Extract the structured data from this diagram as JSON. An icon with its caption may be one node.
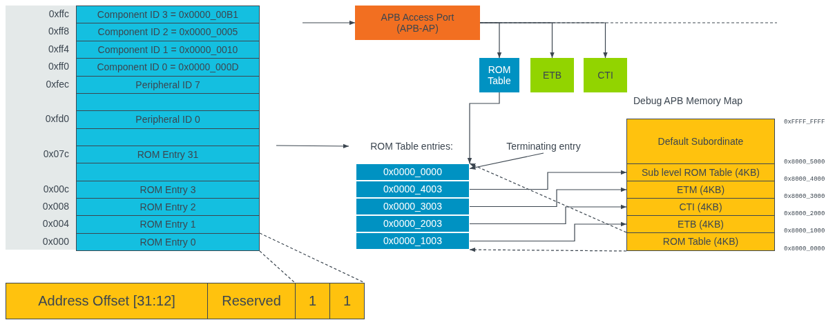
{
  "diagram": {
    "nodes": [
      {
        "text": [
          "Component ID 3 = 0x0000_00B1"
        ]
      },
      {
        "text": [
          "Component ID 2 = 0x0000_0005"
        ]
      },
      {
        "text": [
          "Component ID 1 = 0x0000_0010"
        ]
      },
      {
        "text": [
          "Component ID 0 = 0x0000_000D"
        ]
      },
      {
        "text": [
          "Peripheral ID 7"
        ]
      },
      {
        "text": [],
        "shape": "box"
      },
      {
        "text": [
          "Peripheral ID 0"
        ]
      },
      {
        "text": [],
        "shape": "box"
      },
      {
        "text": [
          "ROM Entry 31"
        ]
      },
      {
        "text": [],
        "shape": "box"
      },
      {
        "text": [
          "ROM Entry 3"
        ]
      },
      {
        "text": [
          "ROM Entry 2"
        ]
      },
      {
        "text": [
          "ROM Entry 1"
        ]
      },
      {
        "text": [
          "ROM Entry 0"
        ]
      },
      {
        "text": [
          "APB Access Port (APB-AP)"
        ]
      },
      {
        "text": [
          "ROM Table"
        ]
      },
      {
        "text": [
          "ETB"
        ]
      },
      {
        "text": [
          "CTI"
        ]
      },
      {
        "text": [
          "0x0000_0000"
        ]
      },
      {
        "text": [
          "0x0000_4003"
        ]
      },
      {
        "text": [
          "0x0000_3003"
        ]
      },
      {
        "text": [
          "0x0000_2003"
        ]
      },
      {
        "text": [
          "0x0000_1003"
        ]
      },
      {
        "text": [
          "Default Subordinate"
        ]
      },
      {
        "text": [
          "Sub level ROM Table (4KB)"
        ]
      },
      {
        "text": [
          "ETM (4KB)"
        ]
      },
      {
        "text": [
          "CTI (4KB)"
        ]
      },
      {
        "text": [
          "ETB (4KB)"
        ]
      },
      {
        "text": [
          "ROM Table (4KB)"
        ]
      },
      {
        "text": [
          "Address Offset [31:12]"
        ]
      },
      {
        "text": [
          "Reserved"
        ]
      },
      {
        "text": [
          "1"
        ]
      },
      {
        "text": [
          "1"
        ]
      },
      {
        "text": [
          "Terminating entry"
        ]
      },
      {
        "text": [
          "ROM Table entries:"
        ]
      }
    ],
    "edges": [
      {
        "from": null,
        "to": 14,
        "arrow": "to"
      },
      {
        "from": 14,
        "to": 15,
        "arrow": "to"
      },
      {
        "from": 14,
        "to": 16,
        "arrow": "to"
      },
      {
        "from": 14,
        "to": 17,
        "arrow": "to"
      },
      {
        "from": 14,
        "to": null,
        "arrow": "none",
        "style": "dashed"
      },
      {
        "from": 15,
        "to": 18,
        "arrow": "to"
      },
      {
        "from": null,
        "to": 34,
        "arrow": "to"
      },
      {
        "from": 33,
        "to": 18,
        "arrow": "to"
      },
      {
        "from": 19,
        "to": 24,
        "arrow": "to"
      },
      {
        "from": 20,
        "to": 25,
        "arrow": "to"
      },
      {
        "from": 21,
        "to": 26,
        "arrow": "to"
      },
      {
        "from": 22,
        "to": 27,
        "arrow": "to"
      },
      {
        "from": 28,
        "to": 18,
        "arrow": "to",
        "style": "dashed"
      },
      {
        "from": 28,
        "to": 22,
        "arrow": "to",
        "style": "dashed"
      },
      {
        "from": 13,
        "to": 31,
        "arrow": "none",
        "style": "dashed"
      },
      {
        "from": 13,
        "to": 32,
        "arrow": "none",
        "style": "dashed"
      }
    ],
    "labels": [
      "0xffc",
      "0xff8",
      "0xff4",
      "0xff0",
      "0xfec",
      "0xfd0",
      "0x07c",
      "0x00c",
      "0x008",
      "0x004",
      "0x000",
      "Debug APB Memory Map",
      "0xFFFF_FFFF",
      "0x8000_5000",
      "0x8000_4000",
      "0x8000_3000",
      "0x8000_2000",
      "0x8000_1000",
      "0x8000_0000"
    ]
  }
}
